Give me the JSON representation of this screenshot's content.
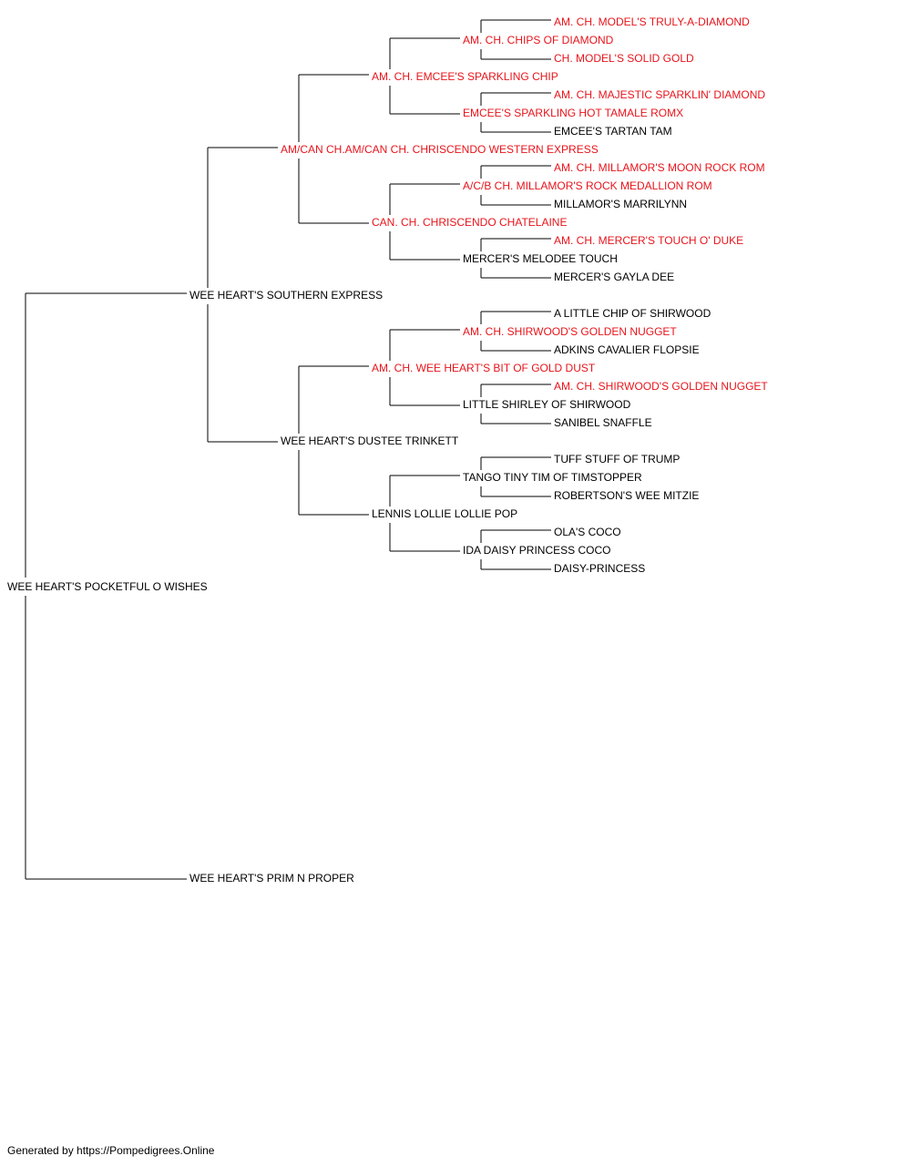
{
  "colors": {
    "champion": "#e8141b",
    "normal": "#000000",
    "line": "#000000"
  },
  "subject": {
    "name": "WEE HEART'S POCKETFUL O WISHES",
    "champion": false
  },
  "sire": {
    "name": "WEE HEART'S SOUTHERN EXPRESS",
    "champion": false
  },
  "dam": {
    "name": "WEE HEART'S PRIM N PROPER",
    "champion": false
  },
  "gen3": [
    {
      "name": "AM/CAN CH.AM/CAN CH. CHRISCENDO WESTERN EXPRESS",
      "champion": true
    },
    {
      "name": "WEE HEART'S DUSTEE TRINKETT",
      "champion": false
    }
  ],
  "gen4": [
    {
      "name": "AM. CH. EMCEE'S SPARKLING CHIP",
      "champion": true
    },
    {
      "name": "CAN. CH. CHRISCENDO CHATELAINE",
      "champion": true
    },
    {
      "name": "AM. CH. WEE HEART'S BIT OF GOLD DUST",
      "champion": true
    },
    {
      "name": "LENNIS LOLLIE LOLLIE POP",
      "champion": false
    }
  ],
  "gen5": [
    {
      "name": "AM. CH. CHIPS OF DIAMOND",
      "champion": true
    },
    {
      "name": "EMCEE'S SPARKLING HOT TAMALE ROMX",
      "champion": true
    },
    {
      "name": "A/C/B CH. MILLAMOR'S ROCK MEDALLION ROM",
      "champion": true
    },
    {
      "name": "MERCER'S MELODEE TOUCH",
      "champion": false
    },
    {
      "name": "AM. CH. SHIRWOOD'S GOLDEN NUGGET",
      "champion": true
    },
    {
      "name": "LITTLE SHIRLEY OF SHIRWOOD",
      "champion": false
    },
    {
      "name": "TANGO TINY TIM OF TIMSTOPPER",
      "champion": false
    },
    {
      "name": "IDA DAISY PRINCESS COCO",
      "champion": false
    }
  ],
  "gen6": [
    {
      "name": "AM. CH. MODEL'S TRULY-A-DIAMOND",
      "champion": true
    },
    {
      "name": "CH. MODEL'S SOLID GOLD",
      "champion": true
    },
    {
      "name": "AM. CH. MAJESTIC SPARKLIN' DIAMOND",
      "champion": true
    },
    {
      "name": "EMCEE'S TARTAN TAM",
      "champion": false
    },
    {
      "name": "AM. CH. MILLAMOR'S MOON ROCK ROM",
      "champion": true
    },
    {
      "name": "MILLAMOR'S MARRILYNN",
      "champion": false
    },
    {
      "name": "AM. CH. MERCER'S TOUCH O' DUKE",
      "champion": true
    },
    {
      "name": "MERCER'S GAYLA DEE",
      "champion": false
    },
    {
      "name": "A LITTLE CHIP OF SHIRWOOD",
      "champion": false
    },
    {
      "name": "ADKINS CAVALIER FLOPSIE",
      "champion": false
    },
    {
      "name": "AM. CH. SHIRWOOD'S GOLDEN NUGGET",
      "champion": true
    },
    {
      "name": "SANIBEL SNAFFLE",
      "champion": false
    },
    {
      "name": "TUFF STUFF OF TRUMP",
      "champion": false
    },
    {
      "name": "ROBERTSON'S WEE MITZIE",
      "champion": false
    },
    {
      "name": "OLA'S COCO",
      "champion": false
    },
    {
      "name": "DAISY-PRINCESS",
      "champion": false
    }
  ],
  "footer": "Generated by https://Pompedigrees.Online"
}
